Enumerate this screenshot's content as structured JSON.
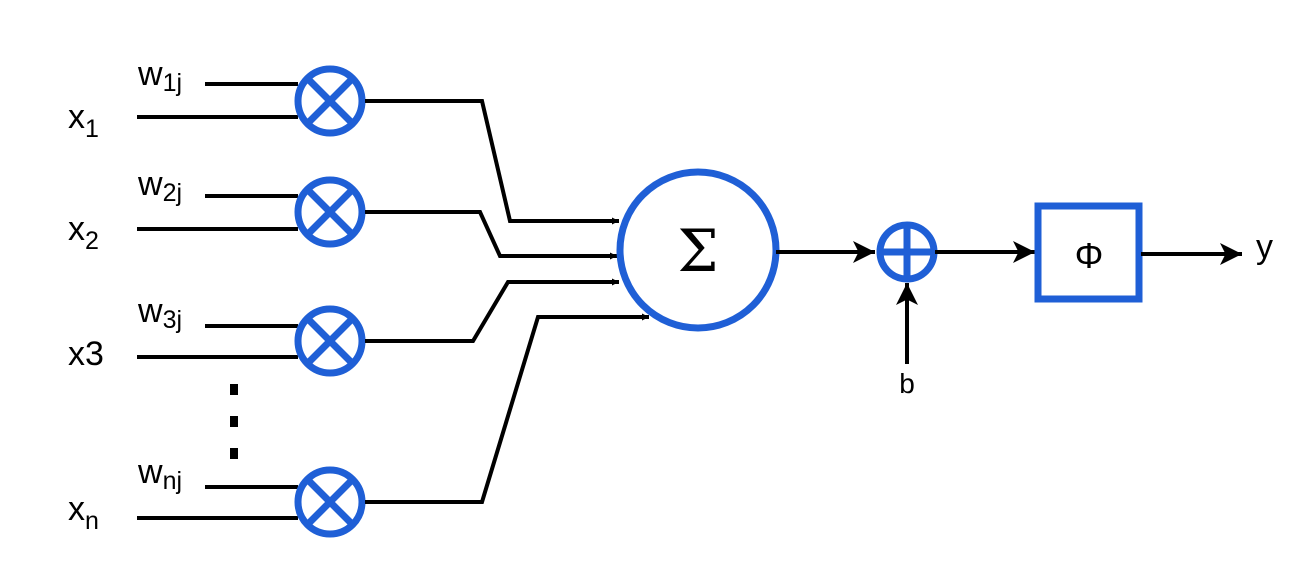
{
  "inputs": [
    {
      "x_main": "x",
      "x_sub": "1",
      "w_main": "w",
      "w_sub": "1j"
    },
    {
      "x_main": "x",
      "x_sub": "2",
      "w_main": "w",
      "w_sub": "2j"
    },
    {
      "x_main": "x3",
      "x_sub": "",
      "w_main": "w",
      "w_sub": "3j"
    },
    {
      "x_main": "x",
      "x_sub": "n",
      "w_main": "w",
      "w_sub": "nj"
    }
  ],
  "ellipsis": "⋮",
  "sum_symbol": "Σ",
  "bias_label": "b",
  "activation_symbol": "Φ",
  "output_label": "y",
  "colors": {
    "node_stroke": "#1f5fd6",
    "wire": "#000000"
  },
  "icons": {
    "multiply": "circled-times-icon",
    "add": "circled-plus-icon",
    "sum": "sigma-node",
    "activation": "phi-box"
  }
}
